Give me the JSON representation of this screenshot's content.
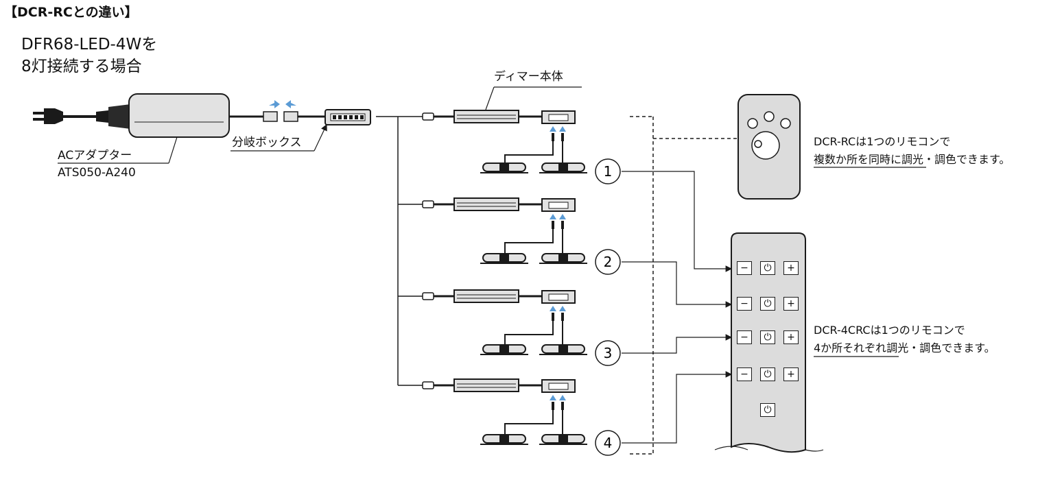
{
  "header": {
    "section_title": "【DCR-RCとの違い】",
    "heading_line1": "DFR68-LED-4Wを",
    "heading_line2": "8灯接続する場合"
  },
  "labels": {
    "dimmer_body": "ディマー本体",
    "branch_box": "分岐ボックス",
    "ac_adapter": "ACアダプター",
    "ac_adapter_model": "ATS050-A240"
  },
  "channels": [
    "1",
    "2",
    "3",
    "4"
  ],
  "remote_rc": {
    "desc_line1": "DCR-RCは1つのリモコンで",
    "desc_line2_underlined": "複数か所を同時に",
    "desc_line2_rest": "調光・調色できます。"
  },
  "remote_4crc": {
    "desc_line1": "DCR-4CRCは1つのリモコンで",
    "desc_line2_underlined": "4か所それぞれ",
    "desc_line2_rest": "調光・調色できます。",
    "button_rows": [
      {
        "minus": "−",
        "power": "⏻",
        "plus": "+"
      },
      {
        "minus": "−",
        "power": "⏻",
        "plus": "+"
      },
      {
        "minus": "−",
        "power": "⏻",
        "plus": "+"
      },
      {
        "minus": "−",
        "power": "⏻",
        "plus": "+"
      }
    ],
    "master_power": "⏻"
  },
  "colors": {
    "line": "#1a1a1a",
    "device_fill": "#e2e2e2",
    "remote_fill": "#dcdcdc",
    "arrow_blue": "#5b9bd5"
  }
}
